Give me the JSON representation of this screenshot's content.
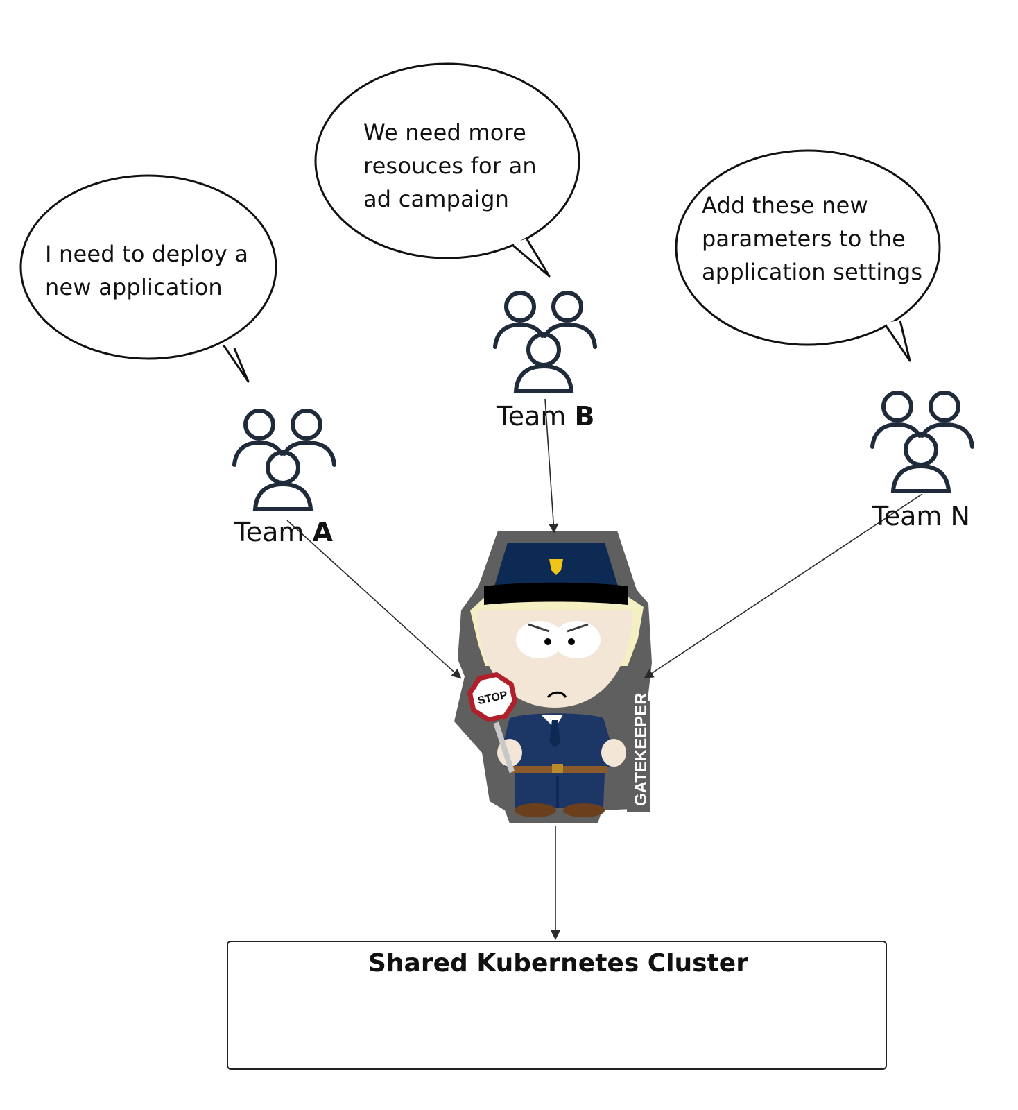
{
  "bubbles": {
    "team_a": [
      "I need to deploy a",
      "new application"
    ],
    "team_b": [
      "We need more",
      "resouces for an",
      "ad campaign"
    ],
    "team_n": [
      "Add these new",
      "parameters to the",
      "application settings"
    ]
  },
  "teams": {
    "a": {
      "prefix": "Team ",
      "suffix": "A"
    },
    "b": {
      "prefix": "Team ",
      "suffix": "B"
    },
    "n": {
      "prefix": "Team ",
      "suffix": "N"
    }
  },
  "gatekeeper": {
    "badge_text": "GATEKEEPER",
    "sign_text": "STOP"
  },
  "cluster": {
    "title": "Shared Kubernetes Cluster"
  },
  "colors": {
    "team_icon": "#1f2a3a",
    "k8s_blue": "#326ce5",
    "uniform": "#1c3766",
    "hat": "#0d2a55",
    "skin": "#f3e6d6",
    "hair": "#f5efc4",
    "sticker_border": "#5f5f5f",
    "stop_red": "#b0202a"
  }
}
